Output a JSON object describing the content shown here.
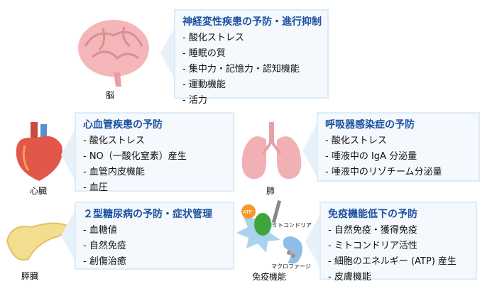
{
  "brain": {
    "label": "脳",
    "title": "神経変性疾患の予防・進行抑制",
    "items": [
      "酸化ストレス",
      "睡眠の質",
      "集中力・記憶力・認知機能",
      "運動機能",
      "活力"
    ]
  },
  "heart": {
    "label": "心臓",
    "title": "心血管疾患の予防",
    "items": [
      "酸化ストレス",
      "NO（一酸化窒素）産生",
      "血管内皮機能",
      "血圧"
    ]
  },
  "lung": {
    "label": "肺",
    "title": "呼吸器感染症の予防",
    "items": [
      "酸化ストレス",
      "唾液中の IgA 分泌量",
      "唾液中のリゾチーム分泌量"
    ]
  },
  "pancreas": {
    "label": "膵臓",
    "title": "２型糖尿病の予防・症状管理",
    "items": [
      "血糖値",
      "自然免疫",
      "創傷治癒"
    ]
  },
  "immune": {
    "label": "免疫機能",
    "mito_label": "ミトコンドリア",
    "macro_label": "マクロファージ",
    "atp_label": "ATP",
    "title": "免疫機能低下の予防",
    "items": [
      "自然免疫・獲得免疫",
      "ミトコンドリア活性",
      "細胞のエネルギー (ATP) 産生",
      "皮膚機能"
    ]
  },
  "colors": {
    "title": "#1b4f9e",
    "box_bg": "#f5f9fd",
    "box_border": "#dcecf8"
  }
}
